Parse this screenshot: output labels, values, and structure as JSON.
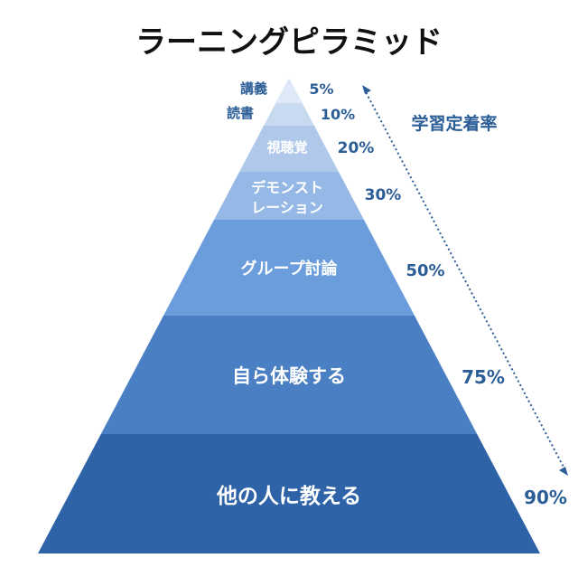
{
  "title": "ラーニングピラミッド",
  "axis_label": "学習定着率",
  "levels": [
    {
      "label": [
        "講義"
      ],
      "percent": "5%",
      "color": "#dde9f7"
    },
    {
      "label": [
        "読書"
      ],
      "percent": "10%",
      "color": "#c8daf0"
    },
    {
      "label": [
        "視聴覚"
      ],
      "percent": "20%",
      "color": "#b0c9eb"
    },
    {
      "label": [
        "デモンスト",
        "レーション"
      ],
      "percent": "30%",
      "color": "#95b8e6"
    },
    {
      "label": [
        "グループ討論"
      ],
      "percent": "50%",
      "color": "#6b9ddd"
    },
    {
      "label": [
        "自ら体験する"
      ],
      "percent": "75%",
      "color": "#4a7fc4"
    },
    {
      "label": [
        "他の人に教える"
      ],
      "percent": "90%",
      "color": "#2f63a8"
    }
  ]
}
